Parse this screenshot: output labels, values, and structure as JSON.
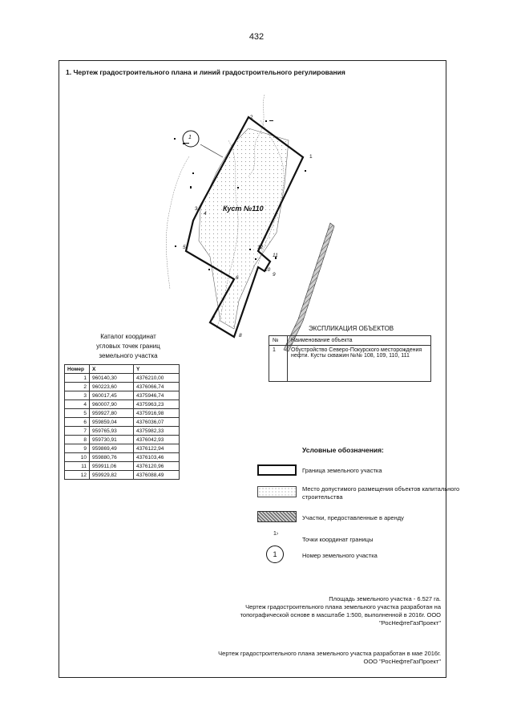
{
  "page_number": "432",
  "title": "1. Чертеж градостроительного плана и линий градостроительного регулирования",
  "plot_label": "Куст №110",
  "plot_number_marker": "1",
  "point_labels": [
    "1",
    "2",
    "3",
    "4",
    "5",
    "6",
    "7",
    "8",
    "9",
    "10",
    "11",
    "12"
  ],
  "catalog": {
    "title_lines": [
      "Каталог координат",
      "угловых точек границ",
      "земельного участка"
    ],
    "headers": [
      "Номер",
      "X",
      "Y"
    ],
    "rows": [
      [
        "1",
        "960140,30",
        "4376210,00"
      ],
      [
        "2",
        "960223,60",
        "4376066,74"
      ],
      [
        "3",
        "960017,45",
        "4375946,74"
      ],
      [
        "4",
        "960007,90",
        "4375963,23"
      ],
      [
        "5",
        "959927,80",
        "4375916,98"
      ],
      [
        "6",
        "959859,04",
        "4376036,07"
      ],
      [
        "7",
        "959765,93",
        "4375982,33"
      ],
      [
        "8",
        "959730,91",
        "4376042,93"
      ],
      [
        "9",
        "959869,49",
        "4376122,94"
      ],
      [
        "10",
        "959880,76",
        "4376103,46"
      ],
      [
        "11",
        "959911,06",
        "4376120,96"
      ],
      [
        "12",
        "959929,82",
        "4376088,49"
      ]
    ]
  },
  "explication": {
    "title": "ЭКСПЛИКАЦИЯ ОБЪЕКТОВ",
    "headers": [
      "№",
      "Наименование объекта"
    ],
    "rows": [
      [
        "1",
        "Обустройство Северо-Покурского месторождения нефти. Кусты скважин №№ 108, 109, 110, 111"
      ]
    ]
  },
  "legend": {
    "title": "Условные обозначения:",
    "items": [
      {
        "text": "Граница земельного участка",
        "icon": "bold-boundary-rect"
      },
      {
        "text": "Место допустимого размещения объектов капитального строительства",
        "icon": "dotted-area-rect"
      },
      {
        "text": "Участки, предоставленные в аренду",
        "icon": "hatched-rect"
      },
      {
        "text": "Точки координат границы",
        "icon": "point-marker",
        "marker": "1"
      },
      {
        "text": "Номер земельного участка",
        "icon": "circle-number",
        "marker": "1"
      }
    ]
  },
  "notes": {
    "area": "Площадь земельного участка - 6.527 га.",
    "basis": "Чертеж градостроительного плана земельного участка разработан на топографической основе в масштабе 1:500, выполненной в 2016г. ООО \"РосНефтеГазПроект\"",
    "prepared": "Чертеж градостроительного плана земельного участка разработан в мае 2016г. ООО \"РосНефтеГазПроект\""
  }
}
